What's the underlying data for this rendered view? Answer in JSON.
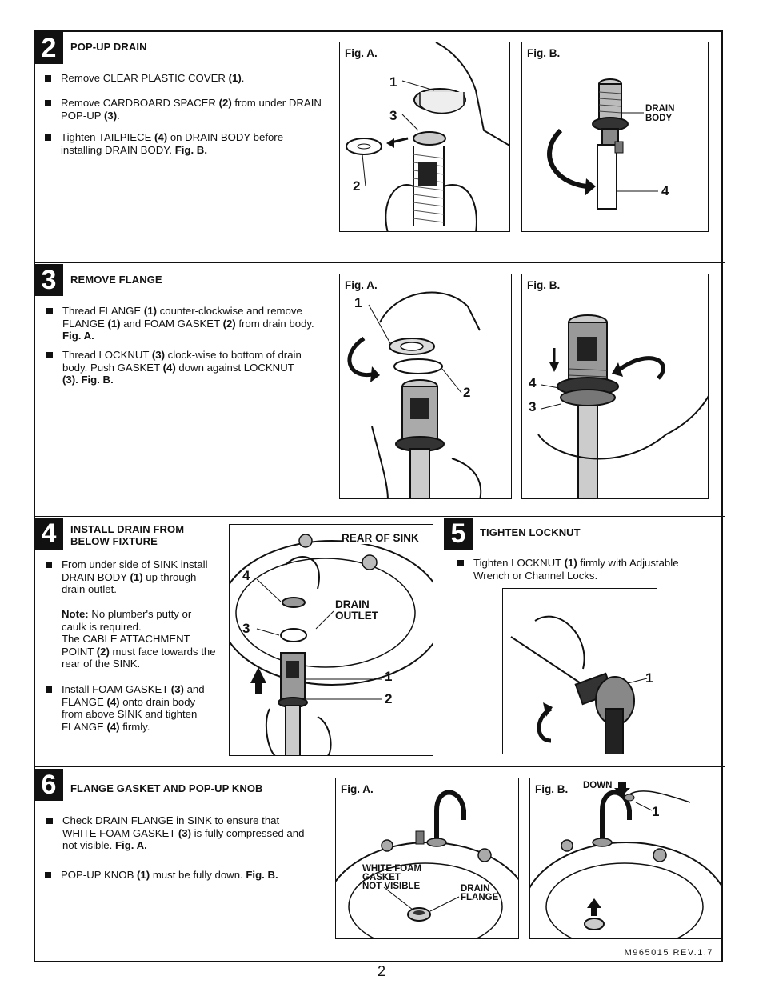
{
  "step2": {
    "number": "2",
    "title": "POP-UP DRAIN",
    "bullets": [
      {
        "parts": [
          "Remove CLEAR PLASTIC COVER ",
          "(1)",
          "."
        ]
      },
      {
        "parts": [
          "Remove CARDBOARD SPACER ",
          "(2)",
          " from under DRAIN POP-UP ",
          "(3)",
          "."
        ]
      },
      {
        "parts": [
          "Tighten TAILPIECE ",
          "(4)",
          " on DRAIN BODY before installing DRAIN BODY. ",
          "Fig. B."
        ]
      }
    ],
    "figA": {
      "label": "Fig. A.",
      "callouts": [
        "1",
        "3",
        "2"
      ]
    },
    "figB": {
      "label": "Fig. B.",
      "callouts": [
        "DRAIN",
        "BODY",
        "4"
      ]
    }
  },
  "step3": {
    "number": "3",
    "title": "REMOVE FLANGE",
    "bullets": [
      {
        "parts": [
          "Thread FLANGE ",
          "(1)",
          " counter-clockwise and remove FLANGE ",
          "(1)",
          " and FOAM GASKET ",
          "(2)",
          " from drain body. ",
          "Fig. A."
        ]
      },
      {
        "parts": [
          "Thread LOCKNUT ",
          "(3)",
          " clock-wise to bottom of drain body. Push GASKET ",
          "(4)",
          " down against LOCKNUT ",
          "(3)",
          ". Fig. B."
        ]
      }
    ],
    "figA": {
      "label": "Fig. A.",
      "callouts": [
        "1",
        "2"
      ]
    },
    "figB": {
      "label": "Fig. B.",
      "callouts": [
        "4",
        "3"
      ]
    }
  },
  "step4": {
    "number": "4",
    "title_line1": "INSTALL DRAIN FROM",
    "title_line2": "BELOW FIXTURE",
    "bullet1": "From under side of SINK install DRAIN BODY ",
    "bullet1_bold": "(1)",
    "bullet1_tail": " up through drain outlet.",
    "note_label": "Note:",
    "note_text": " No plumber's putty or caulk is required.",
    "note_line2": "The CABLE ATTACHMENT POINT ",
    "note_bold": "(2)",
    "note_tail": " must face towards the rear of the SINK.",
    "bullet2_parts": [
      "Install FOAM GASKET ",
      "(3)",
      " and FLANGE ",
      "(4)",
      " onto drain body from above SINK and tighten FLANGE ",
      "(4)",
      " firmly."
    ],
    "fig": {
      "rear": "REAR OF SINK",
      "drain": "DRAIN",
      "outlet": "OUTLET",
      "callouts": [
        "4",
        "3",
        "1",
        "2"
      ]
    }
  },
  "step5": {
    "number": "5",
    "title": "TIGHTEN LOCKNUT",
    "bullet_parts": [
      "Tighten LOCKNUT ",
      "(1)",
      " firmly with Adjustable Wrench or Channel Locks."
    ],
    "fig": {
      "callouts": [
        "1"
      ]
    }
  },
  "step6": {
    "number": "6",
    "title": "FLANGE GASKET AND POP-UP KNOB",
    "bullets": [
      {
        "parts": [
          "Check DRAIN FLANGE in SINK to ensure that WHITE FOAM GASKET ",
          "(3)",
          " is fully compressed and not visible. ",
          "Fig. A."
        ]
      },
      {
        "parts": [
          "POP-UP KNOB ",
          "(1)",
          " must be fully down. ",
          "Fig. B."
        ]
      }
    ],
    "figA": {
      "label": "Fig. A.",
      "white1": "WHITE FOAM",
      "white2": "GASKET",
      "white3": "NOT VISIBLE",
      "flange1": "DRAIN",
      "flange2": "FLANGE"
    },
    "figB": {
      "label": "Fig. B.",
      "down": "DOWN",
      "callouts": [
        "1"
      ]
    }
  },
  "footer": {
    "code": "M965015 REV.1.7",
    "page": "2"
  }
}
